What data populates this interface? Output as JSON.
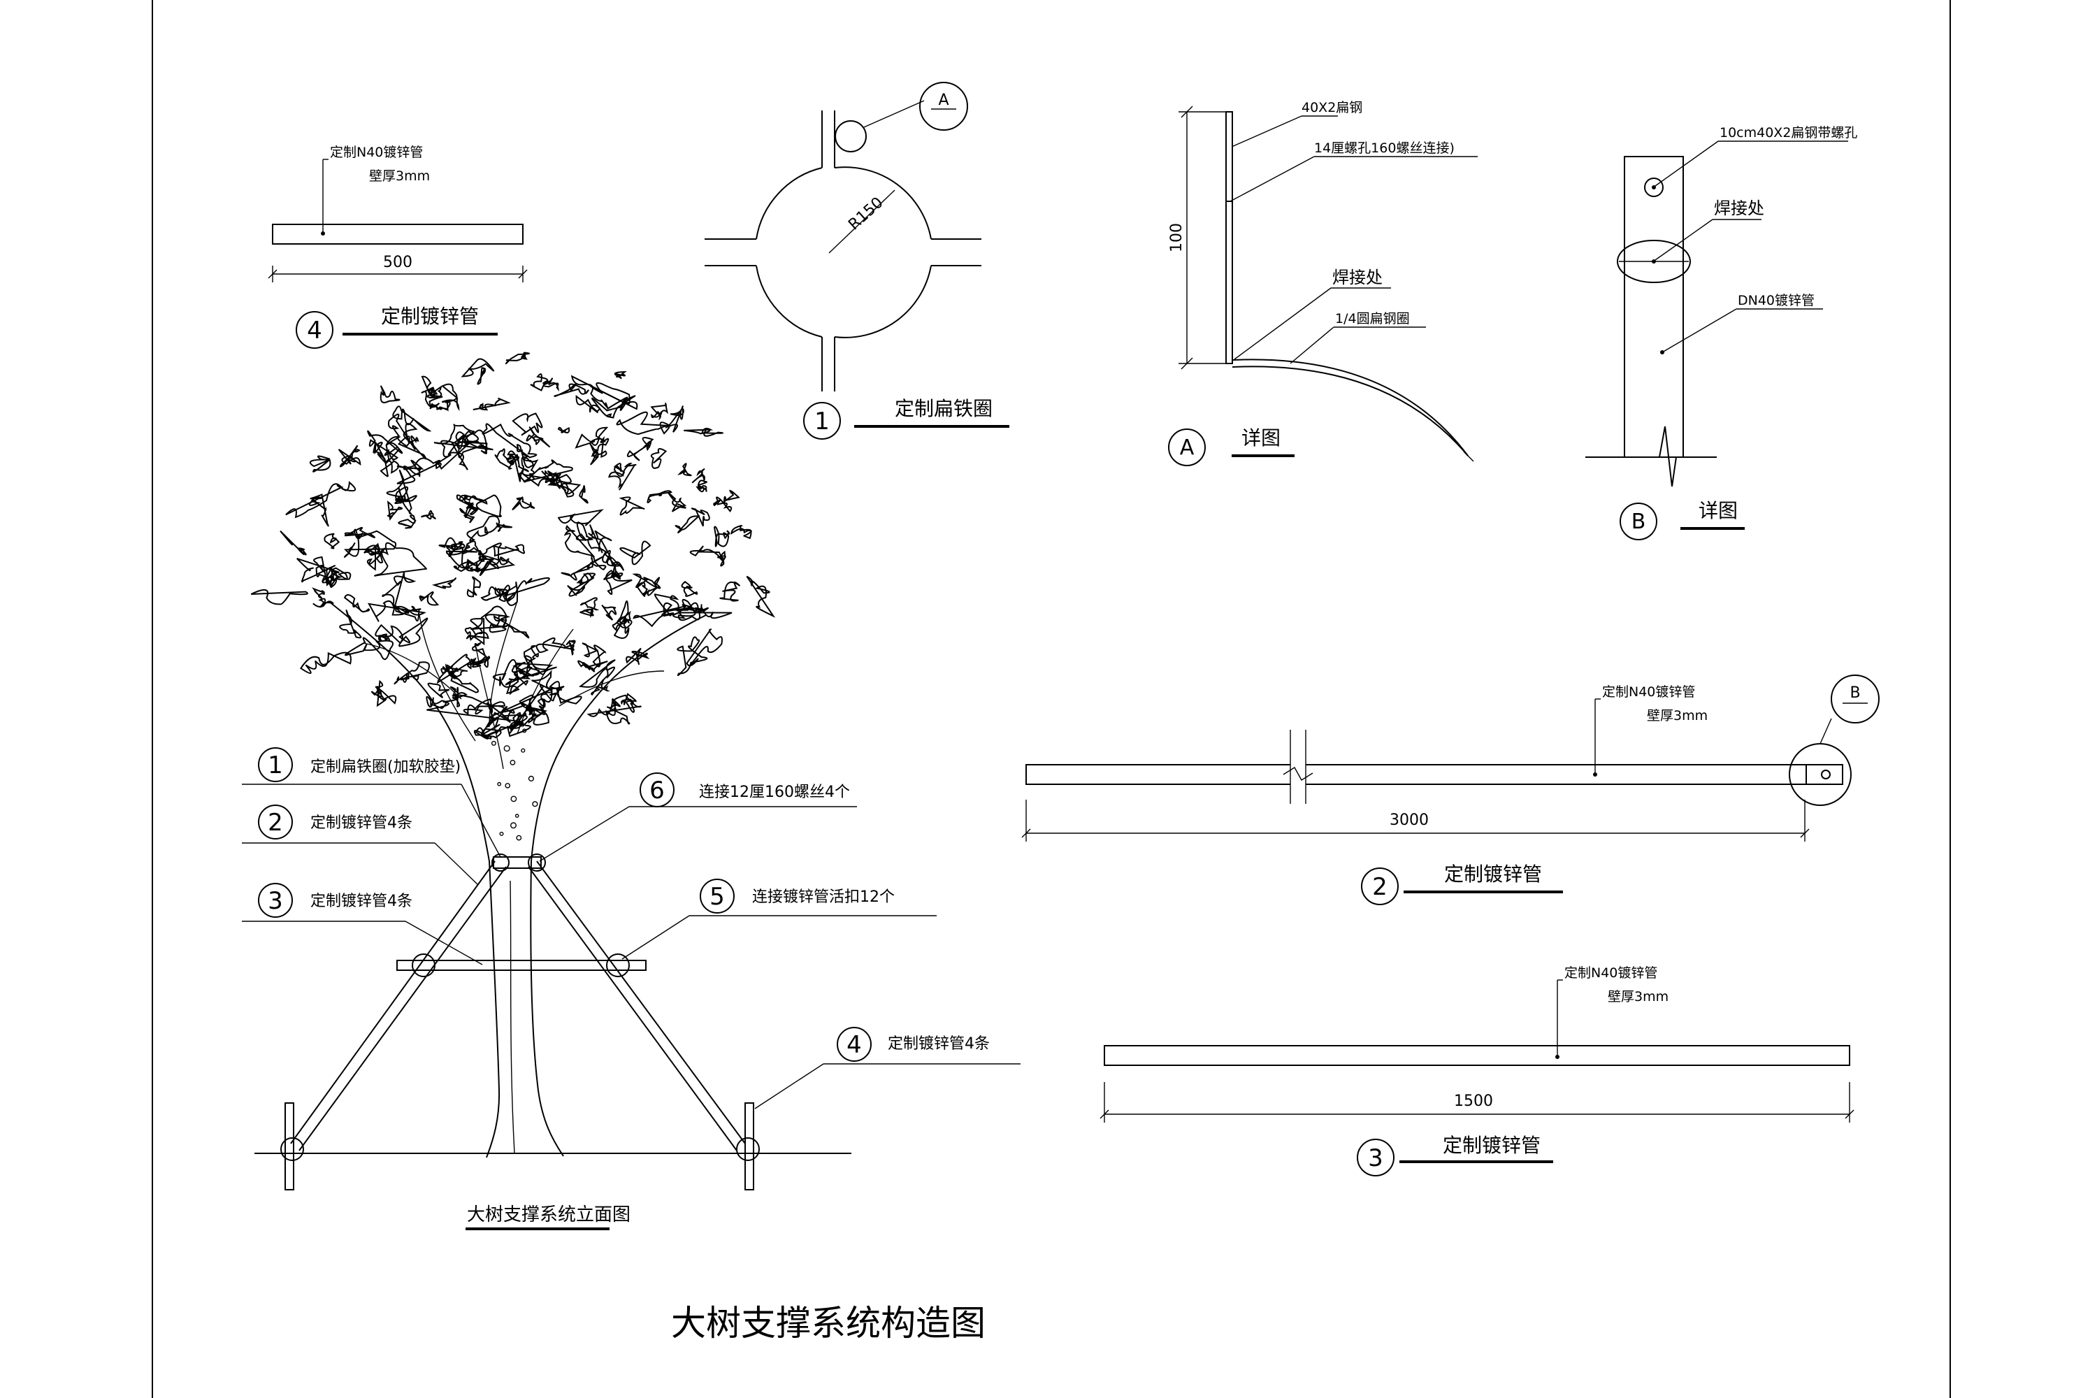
{
  "title": "大树支撑系统构造图",
  "elevation": {
    "title": "大树支撑系统立面图",
    "callouts": [
      {
        "num": "1",
        "text": "定制扁铁圈(加软胶垫)"
      },
      {
        "num": "2",
        "text": "定制镀锌管4条"
      },
      {
        "num": "3",
        "text": "定制镀锌管4条"
      },
      {
        "num": "6",
        "text": "连接12厘160螺丝4个"
      },
      {
        "num": "5",
        "text": "连接镀锌管活扣12个"
      },
      {
        "num": "4",
        "text": "定制镀锌管4条"
      }
    ]
  },
  "detail4": {
    "num": "4",
    "title": "定制镀锌管",
    "note1": "定制N40镀锌管",
    "note2": "壁厚3mm",
    "length": "500"
  },
  "detail1": {
    "num": "1",
    "title": "定制扁铁圈",
    "radius": "R150",
    "ref": "A"
  },
  "detailA": {
    "num": "A",
    "title": "详图",
    "notes": [
      "40X2扁钢",
      "14厘螺孔160螺丝连接)",
      "焊接处",
      "1/4圆扁钢圈"
    ],
    "height": "100"
  },
  "detailB": {
    "num": "B",
    "title": "详图",
    "notes": [
      "10cm40X2扁钢带螺孔",
      "焊接处",
      "DN40镀锌管"
    ]
  },
  "detail2": {
    "num": "2",
    "title": "定制镀锌管",
    "note1": "定制N40镀锌管",
    "note2": "壁厚3mm",
    "length": "3000",
    "ref": "B"
  },
  "detail3": {
    "num": "3",
    "title": "定制镀锌管",
    "note1": "定制N40镀锌管",
    "note2": "壁厚3mm",
    "length": "1500"
  }
}
